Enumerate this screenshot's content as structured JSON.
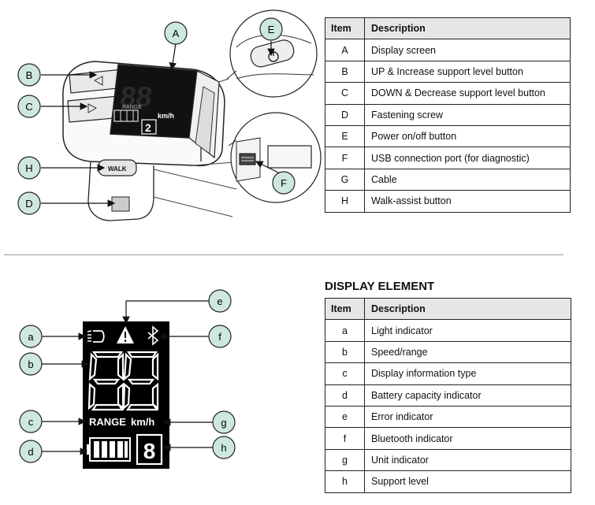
{
  "components_table": {
    "header_item": "Item",
    "header_description": "Description",
    "rows": [
      {
        "item": "A",
        "description": "Display screen"
      },
      {
        "item": "B",
        "description": "UP & Increase support level button"
      },
      {
        "item": "C",
        "description": "DOWN & Decrease support level button"
      },
      {
        "item": "D",
        "description": "Fastening screw"
      },
      {
        "item": "E",
        "description": "Power on/off button"
      },
      {
        "item": "F",
        "description": "USB connection port (for diagnostic)"
      },
      {
        "item": "G",
        "description": "Cable"
      },
      {
        "item": "H",
        "description": "Walk-assist button"
      }
    ]
  },
  "display_section": {
    "title": "DISPLAY ELEMENT"
  },
  "display_table": {
    "header_item": "Item",
    "header_description": "Description",
    "rows": [
      {
        "item": "a",
        "description": "Light indicator"
      },
      {
        "item": "b",
        "description": "Speed/range"
      },
      {
        "item": "c",
        "description": "Display information type"
      },
      {
        "item": "d",
        "description": "Battery capacity indicator"
      },
      {
        "item": "e",
        "description": "Error indicator"
      },
      {
        "item": "f",
        "description": "Bluetooth indicator"
      },
      {
        "item": "g",
        "description": "Unit indicator"
      },
      {
        "item": "h",
        "description": "Support level"
      }
    ]
  },
  "device_callouts": {
    "a": "A",
    "b": "B",
    "c": "C",
    "d": "D",
    "e": "E",
    "f": "F",
    "h": "H"
  },
  "device_text": {
    "walk": "WALK",
    "range": "RANGE",
    "unit": "km/h",
    "level": "2"
  },
  "display_callouts": {
    "a": "a",
    "b": "b",
    "c": "c",
    "d": "d",
    "e": "e",
    "f": "f",
    "g": "g",
    "h": "h"
  },
  "display_text": {
    "range": "RANGE",
    "unit": "km/h",
    "level": "8",
    "speed": "88"
  },
  "colors": {
    "callout_fill": "#cfe8df",
    "display_background": "#000000",
    "table_header": "#e6e6e6"
  }
}
